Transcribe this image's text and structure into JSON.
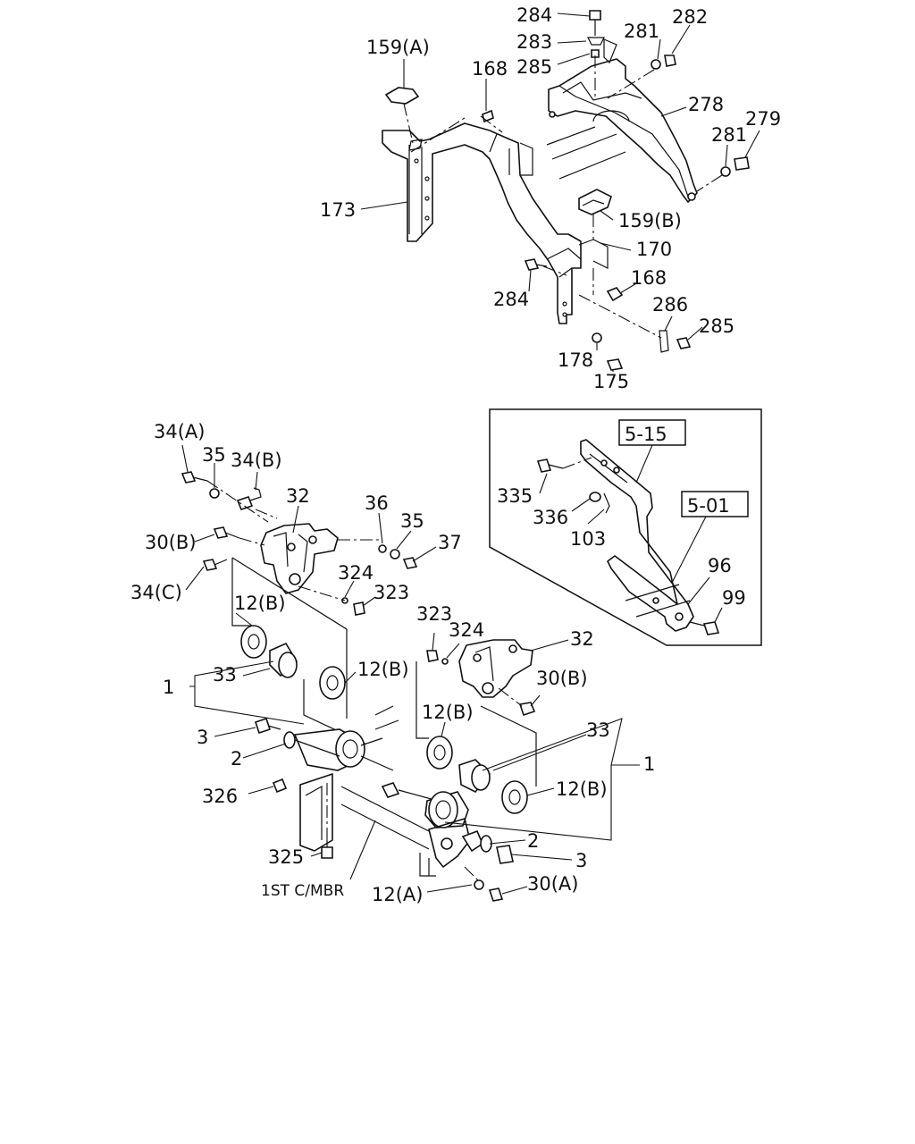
{
  "callouts": {
    "p284_top": "284",
    "p283": "283",
    "p285_top": "285",
    "p281_top": "281",
    "p282": "282",
    "p159a": "159(A)",
    "p168_top": "168",
    "p278": "278",
    "p279": "279",
    "p281_mid": "281",
    "p173": "173",
    "p159b": "159(B)",
    "p170": "170",
    "p284_mid": "284",
    "p168_mid": "168",
    "p286": "286",
    "p285_mid": "285",
    "p178": "178",
    "p175": "175",
    "p34a": "34(A)",
    "p35_left": "35",
    "p34b": "34(B)",
    "p32_left": "32",
    "p36": "36",
    "p35_right": "35",
    "p37": "37",
    "p30b_left": "30(B)",
    "p34c": "34(C)",
    "p324_left": "324",
    "p323_left": "323",
    "p12b_a": "12(B)",
    "p12b_b": "12(B)",
    "p33_left": "33",
    "p1_left": "1",
    "p323_right": "323",
    "p324_right": "324",
    "p32_right": "32",
    "p30b_right": "30(B)",
    "p12b_c": "12(B)",
    "p33_right": "33",
    "p1_right": "1",
    "p3_left": "3",
    "p2_left": "2",
    "p326": "326",
    "p12b_d": "12(B)",
    "p2_right": "2",
    "p325": "325",
    "p3_right": "3",
    "mbr": "1ST C/MBR",
    "p12a": "12(A)",
    "p30a": "30(A)",
    "p335": "335",
    "p336": "336",
    "p103": "103",
    "p96": "96",
    "p99": "99"
  },
  "references": {
    "ref_515": "5-15",
    "ref_501": "5-01"
  }
}
